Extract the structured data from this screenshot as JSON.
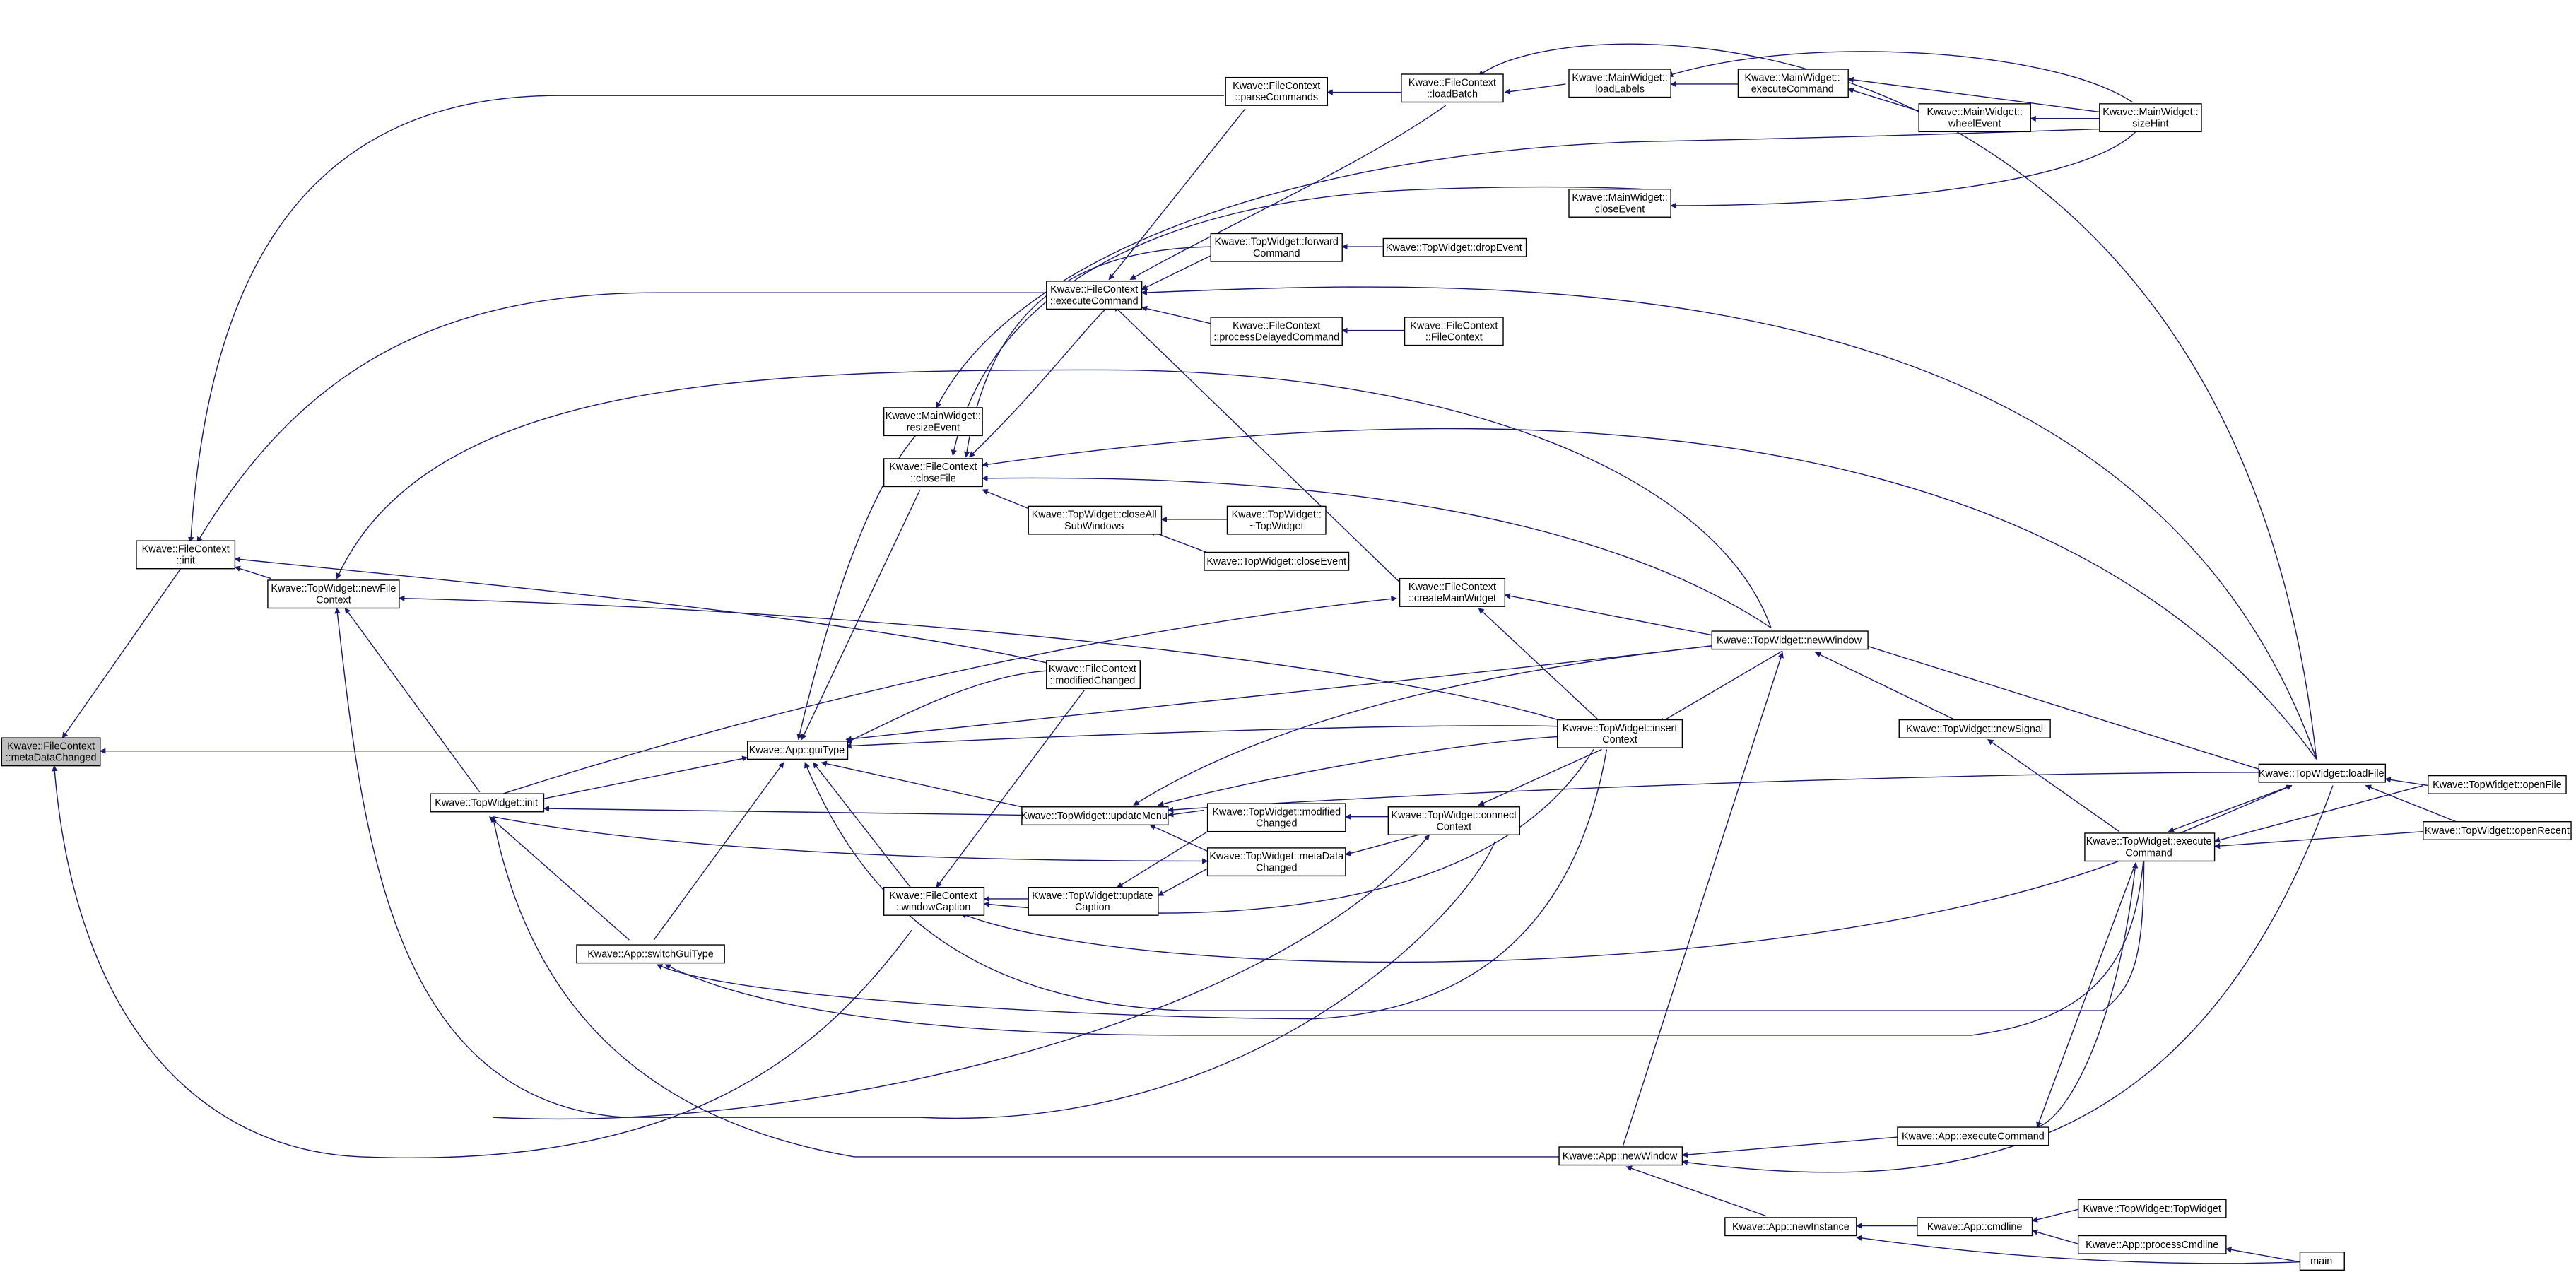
{
  "graph": {
    "edge_color": "#191970",
    "root_fill": "#bfbfbf",
    "node_fill": "#ffffff",
    "nodes": [
      {
        "id": "n_metaDataChanged",
        "lines": [
          "Kwave::FileContext",
          "::metaDataChanged"
        ],
        "root": true
      },
      {
        "id": "n_fc_init",
        "lines": [
          "Kwave::FileContext",
          "::init"
        ]
      },
      {
        "id": "n_tw_newFileContext",
        "lines": [
          "Kwave::TopWidget::newFile",
          "Context"
        ]
      },
      {
        "id": "n_tw_init",
        "lines": [
          "Kwave::TopWidget::init"
        ]
      },
      {
        "id": "n_guiType",
        "lines": [
          "Kwave::App::guiType"
        ]
      },
      {
        "id": "n_switchGuiType",
        "lines": [
          "Kwave::App::switchGuiType"
        ]
      },
      {
        "id": "n_mw_resizeEvent",
        "lines": [
          "Kwave::MainWidget::",
          "resizeEvent"
        ]
      },
      {
        "id": "n_closeFile",
        "lines": [
          "Kwave::FileContext",
          "::closeFile"
        ]
      },
      {
        "id": "n_windowCaption",
        "lines": [
          "Kwave::FileContext",
          "::windowCaption"
        ]
      },
      {
        "id": "n_parseCommands",
        "lines": [
          "Kwave::FileContext",
          "::parseCommands"
        ]
      },
      {
        "id": "n_fc_executeCommand",
        "lines": [
          "Kwave::FileContext",
          "::executeCommand"
        ]
      },
      {
        "id": "n_closeAllSubWindows",
        "lines": [
          "Kwave::TopWidget::closeAll",
          "SubWindows"
        ]
      },
      {
        "id": "n_modifiedChanged_fc",
        "lines": [
          "Kwave::FileContext",
          "::modifiedChanged"
        ]
      },
      {
        "id": "n_updateMenu",
        "lines": [
          "Kwave::TopWidget::updateMenu"
        ]
      },
      {
        "id": "n_updateCaption",
        "lines": [
          "Kwave::TopWidget::update",
          "Caption"
        ]
      },
      {
        "id": "n_forwardCommand",
        "lines": [
          "Kwave::TopWidget::forward",
          "Command"
        ]
      },
      {
        "id": "n_processDelayedCommand",
        "lines": [
          "Kwave::FileContext",
          "::processDelayedCommand"
        ]
      },
      {
        "id": "n_tw_destructor",
        "lines": [
          "Kwave::TopWidget::",
          "~TopWidget"
        ]
      },
      {
        "id": "n_tw_closeEvent",
        "lines": [
          "Kwave::TopWidget::closeEvent"
        ]
      },
      {
        "id": "n_tw_modifiedChanged",
        "lines": [
          "Kwave::TopWidget::modified",
          "Changed"
        ]
      },
      {
        "id": "n_tw_metaDataChanged",
        "lines": [
          "Kwave::TopWidget::metaData",
          "Changed"
        ]
      },
      {
        "id": "n_dropEvent",
        "lines": [
          "Kwave::TopWidget::dropEvent"
        ]
      },
      {
        "id": "n_fc_constructor",
        "lines": [
          "Kwave::FileContext",
          "::FileContext"
        ]
      },
      {
        "id": "n_loadBatch",
        "lines": [
          "Kwave::FileContext",
          "::loadBatch"
        ]
      },
      {
        "id": "n_createMainWidget",
        "lines": [
          "Kwave::FileContext",
          "::createMainWidget"
        ]
      },
      {
        "id": "n_connectContext",
        "lines": [
          "Kwave::TopWidget::connect",
          "Context"
        ]
      },
      {
        "id": "n_insertContext",
        "lines": [
          "Kwave::TopWidget::insert",
          "Context"
        ]
      },
      {
        "id": "n_app_newWindow",
        "lines": [
          "Kwave::App::newWindow"
        ]
      },
      {
        "id": "n_mw_loadLabels",
        "lines": [
          "Kwave::MainWidget::",
          "loadLabels"
        ]
      },
      {
        "id": "n_mw_closeEvent",
        "lines": [
          "Kwave::MainWidget::",
          "closeEvent"
        ]
      },
      {
        "id": "n_tw_newWindow",
        "lines": [
          "Kwave::TopWidget::newWindow"
        ]
      },
      {
        "id": "n_newInstance",
        "lines": [
          "Kwave::App::newInstance"
        ]
      },
      {
        "id": "n_mw_executeCommand",
        "lines": [
          "Kwave::MainWidget::",
          "executeCommand"
        ]
      },
      {
        "id": "n_mw_wheelEvent",
        "lines": [
          "Kwave::MainWidget::",
          "wheelEvent"
        ]
      },
      {
        "id": "n_newSignal",
        "lines": [
          "Kwave::TopWidget::newSignal"
        ]
      },
      {
        "id": "n_app_executeCommand",
        "lines": [
          "Kwave::App::executeCommand"
        ]
      },
      {
        "id": "n_cmdline",
        "lines": [
          "Kwave::App::cmdline"
        ]
      },
      {
        "id": "n_mw_sizeHint",
        "lines": [
          "Kwave::MainWidget::",
          "sizeHint"
        ]
      },
      {
        "id": "n_tw_executeCommand",
        "lines": [
          "Kwave::TopWidget::execute",
          "Command"
        ]
      },
      {
        "id": "n_tw_constructor",
        "lines": [
          "Kwave::TopWidget::TopWidget"
        ]
      },
      {
        "id": "n_processCmdline",
        "lines": [
          "Kwave::App::processCmdline"
        ]
      },
      {
        "id": "n_loadFile",
        "lines": [
          "Kwave::TopWidget::loadFile"
        ]
      },
      {
        "id": "n_openFile",
        "lines": [
          "Kwave::TopWidget::openFile"
        ]
      },
      {
        "id": "n_openRecent",
        "lines": [
          "Kwave::TopWidget::openRecent"
        ]
      },
      {
        "id": "n_main",
        "lines": [
          "main"
        ]
      }
    ]
  }
}
